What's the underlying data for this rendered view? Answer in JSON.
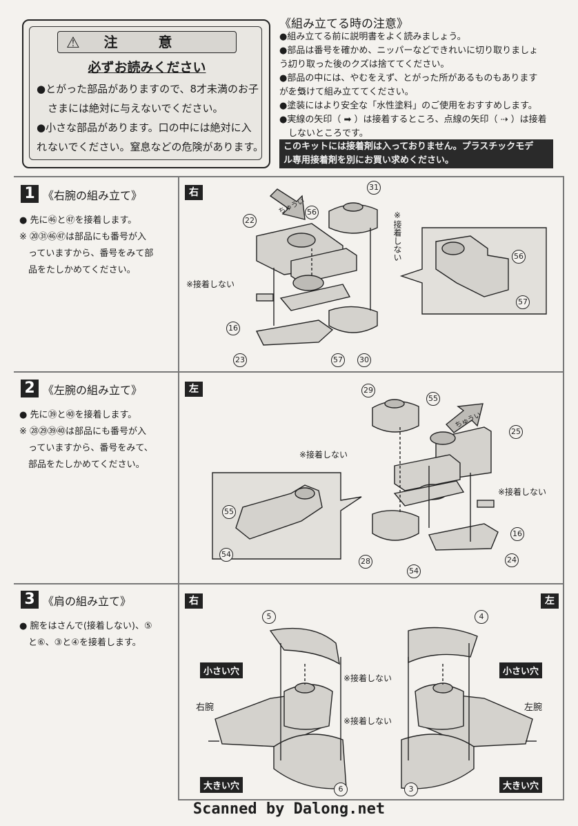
{
  "caution": {
    "title": "注 意",
    "subtitle": "必ずお読みください",
    "items": [
      "●とがった部品がありますので、8才未満のお子",
      "さまには絶対に与えないでください。",
      "●小さな部品があります。口の中には絶対に入れ",
      "ないでください。窒息などの危険があります。"
    ]
  },
  "notes": {
    "title": "《組み立てる時の注意》",
    "items": [
      "●組み立てる前に説明書をよく読みましょう。",
      "●部品は番号を確かめ、ニッパーなどできれいに切り取りましょう。",
      "　切り取った後のクズは捨ててください。",
      "●部品の中には、やむをえず、とがった所があるものもありますが、気",
      "　をつけて組み立ててください。",
      "●塗装にはより安全な「水性塗料」のご使用をおすすめします。",
      "●実線の矢印（ ➡ ）は接着するところ、点線の矢印（ ⇢ ）は接着",
      "　しないところです。"
    ],
    "banner": [
      "このキットには接着剤は入っておりません。プラスチックモデ",
      "ル専用接着剤を別にお買い求めください。"
    ]
  },
  "steps": [
    {
      "num": "1",
      "title": "《右腕の組み立て》",
      "text": [
        "● 先に㊻と㊼を接着します。",
        "※ ⑳㉛㊻㊼は部品にも番号が入",
        "　っていますから、番号をみて部",
        "　品をたしかめてください。"
      ],
      "tag": "右",
      "labels": {
        "no_glue_a": "※接着しない",
        "no_glue_b": "※接着しない",
        "caution": "ちゅうい"
      },
      "parts": [
        "56",
        "31",
        "22",
        "16",
        "23",
        "57",
        "30",
        "56",
        "57"
      ]
    },
    {
      "num": "2",
      "title": "《左腕の組み立て》",
      "text": [
        "● 先に㊴と㊵を接着します。",
        "※ ㉘㉙㊴㊵は部品にも番号が入",
        "　っていますから、番号をみて、",
        "　部品をたしかめてください。"
      ],
      "tag": "左",
      "labels": {
        "no_glue_a": "※接着しない",
        "no_glue_b": "※接着しない",
        "caution": "ちゅうい"
      },
      "parts": [
        "29",
        "55",
        "25",
        "16",
        "24",
        "54",
        "28",
        "55",
        "54"
      ]
    },
    {
      "num": "3",
      "title": "《肩の組み立て》",
      "text": [
        "● 腕をはさんで(接着しない)、⑤",
        "　と⑥、③と④を接着します。"
      ],
      "tag_right": "右",
      "tag_left": "左",
      "labels": {
        "small_hole": "小さい穴",
        "big_hole": "大きい穴",
        "right_arm": "右腕",
        "left_arm": "左腕",
        "no_glue": "※接着しない"
      },
      "parts": [
        "5",
        "4",
        "6",
        "3"
      ]
    }
  ],
  "footer": "Scanned by Dalong.net"
}
